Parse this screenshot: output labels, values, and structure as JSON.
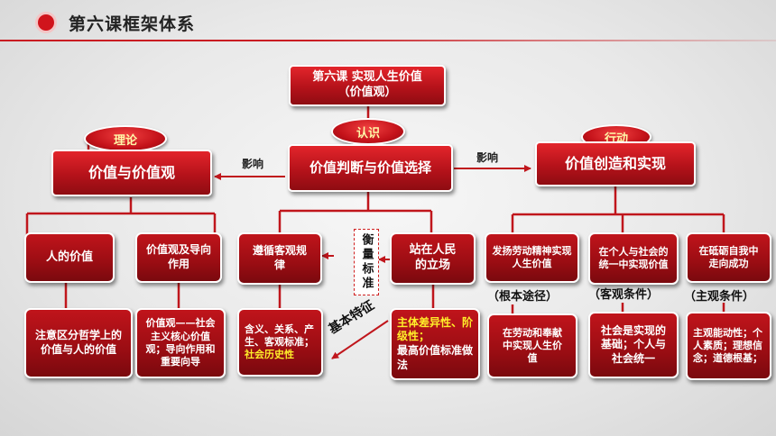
{
  "slide": {
    "title": "第六课框架体系"
  },
  "top": {
    "line1": "第六课 实现人生价值",
    "line2": "（价值观）"
  },
  "pills": {
    "theory": "理论",
    "cognition": "认识",
    "action": "行动"
  },
  "level1": {
    "left": "价值与价值观",
    "center": "价值判断与价值选择",
    "right": "价值创造和实现",
    "influence_left": "影响",
    "influence_right": "影响"
  },
  "level2": {
    "human_value": "人的价值",
    "values_role": "价值观及导向作用",
    "follow_law": "遵循客观规律",
    "measure": "衡量标准",
    "people_stance": "站在人民的立场",
    "labor_spirit": "发扬劳动精神实现人生价值",
    "unity": "在个人与社会的统一中实现价值",
    "hardship": "在砥砺自我中走向成功"
  },
  "tags": {
    "fundamental": "（根本途径）",
    "objective": "（客观条件）",
    "subjective": "（主观条件）",
    "basic_feature": "基本特征"
  },
  "level3": {
    "human_value_detail": "注意区分哲学上的价值与人的价值",
    "values_detail": "价值观——社会主义核心价值观；导向作用和重要向导",
    "law_detail_plain": "含义、关系、产生、客观标准；",
    "law_detail_hl": "社会历史性",
    "stance_hl": "主体差异性、阶级性；",
    "stance_plain": "最高价值标准做法",
    "labor_detail": "在劳动和奉献中实现人生价值",
    "unity_detail": "社会是实现的基础；个人与社会统一",
    "hardship_detail": "主观能动性；个人素质；理想信念；道德根基；"
  }
}
